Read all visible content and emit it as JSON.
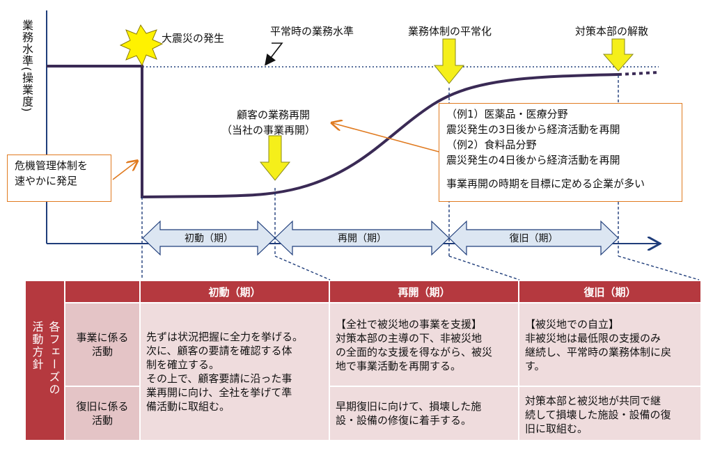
{
  "y_axis_label": "業務水準(操業度)",
  "labels": {
    "quake": "大震災の発生",
    "normal_level": "平常時の業務水準",
    "normalization": "業務体制の平常化",
    "dissolution": "対策本部の解散",
    "customer_line1": "顧客の業務再開",
    "customer_line2": "（当社の事業再開）"
  },
  "crisis_box": [
    "危機管理体制を",
    "速やかに発足"
  ],
  "example_box": [
    "（例1）医薬品・医療分野",
    "震災発生の3日後から経済活動を再開",
    "（例2）食料品分野",
    "震災発生の4日後から経済活動を再開",
    "",
    "事業再開の時期を目標に定める企業が多い"
  ],
  "phases": [
    "初動（期）",
    "再開（期）",
    "復旧（期）"
  ],
  "table": {
    "side_label": "各フェーズの活動方針",
    "headers": [
      "初動（期）",
      "再開（期）",
      "復旧（期）"
    ],
    "row_labels": [
      "事業に係る\n活動",
      "復旧に係る\n活動"
    ],
    "initial_merged": [
      "先ずは状況把握に全力を挙げる。",
      "次に、顧客の要請を確認する体",
      "制を確立する。",
      "その上で、顧客要請に沿った事",
      "業再開に向け、全社を挙げて準",
      "備活動に取組む。"
    ],
    "restart_business": [
      "【全社で被災地の事業を支援】",
      "対策本部の主導の下、非被災地",
      "の全面的な支援を得ながら、被災",
      "地で事業活動を再開する。"
    ],
    "restart_recovery": [
      "早期復旧に向けて、損壊した施",
      "設・設備の修復に着手する。"
    ],
    "recovery_business": [
      "【被災地での自立】",
      "非被災地は最低限の支援のみ",
      "継続し、平常時の業務体制に戻",
      "す。"
    ],
    "recovery_recovery": [
      "対策本部と被災地が共同で継",
      "続して損壊した施設・設備の復",
      "旧に取組む。"
    ]
  },
  "colors": {
    "curve": "#3a2a55",
    "accent": "#b5393f",
    "callout": "#e07a1f",
    "arrow_fill": "#f5ef1a",
    "phase_fill": "#dce6f2"
  }
}
